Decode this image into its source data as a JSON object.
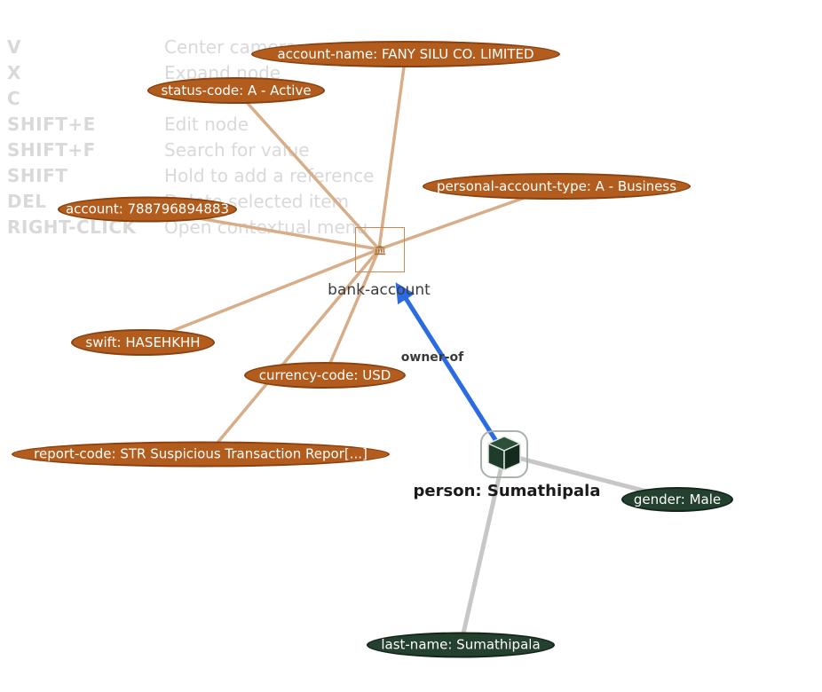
{
  "app": {
    "type": "graph-visualization-canvas"
  },
  "legend": {
    "rows": [
      {
        "key": "V",
        "desc": "Center camera"
      },
      {
        "key": "X",
        "desc": "Expand node"
      },
      {
        "key": "C",
        "desc": ""
      },
      {
        "key": "SHIFT+E",
        "desc": "Edit node"
      },
      {
        "key": "SHIFT+F",
        "desc": "Search for value"
      },
      {
        "key": "SHIFT",
        "desc": "Hold to add a reference"
      },
      {
        "key": "DEL",
        "desc": "Delete selected item"
      },
      {
        "key": "RIGHT-CLICK",
        "desc": "Open contextual menu"
      }
    ]
  },
  "graph": {
    "nodes": [
      {
        "id": "bank-account",
        "label": "bank-account",
        "icon": "bank-icon",
        "selected": true
      },
      {
        "id": "person",
        "label": "person: Sumathipala",
        "icon": "cube-icon"
      }
    ],
    "edges": [
      {
        "from": "person",
        "to": "bank-account",
        "label": "owner-of",
        "color": "#2b6be4"
      }
    ],
    "properties": [
      {
        "label": "account-name: FANY SILU CO. LIMITED",
        "group": "bank-account"
      },
      {
        "label": "status-code: A - Active",
        "group": "bank-account"
      },
      {
        "label": "personal-account-type: A - Business",
        "group": "bank-account"
      },
      {
        "label": "account: 788796894883",
        "group": "bank-account"
      },
      {
        "label": "swift: HASEHKHH",
        "group": "bank-account"
      },
      {
        "label": "currency-code: USD",
        "group": "bank-account"
      },
      {
        "label": "report-code: STR Suspicious Transaction Repor[...]",
        "group": "bank-account"
      },
      {
        "label": "gender: Male",
        "group": "person"
      },
      {
        "label": "last-name: Sumathipala",
        "group": "person"
      }
    ]
  },
  "colors": {
    "bank_property_fill": "#b25d1d",
    "bank_property_border": "#8a4010",
    "person_property_fill": "#24402e",
    "bank_edge": "#d8ae88",
    "person_edge": "#c7c7c7",
    "relation_edge": "#2b6be4",
    "legend_text": "#d9d9d9"
  }
}
